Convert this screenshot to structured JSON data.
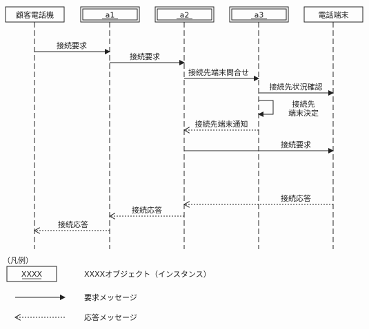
{
  "objects": [
    {
      "id": "customer_phone",
      "label": "顧客電話機",
      "kind": "instance"
    },
    {
      "id": "a1",
      "label": "a1",
      "kind": "object"
    },
    {
      "id": "a2",
      "label": "a2",
      "kind": "object"
    },
    {
      "id": "a3",
      "label": "a3",
      "kind": "object"
    },
    {
      "id": "phone_terminal",
      "label": "電話端末",
      "kind": "instance"
    }
  ],
  "messages": [
    {
      "from": "customer_phone",
      "to": "a1",
      "label": "接続要求",
      "type": "request"
    },
    {
      "from": "a1",
      "to": "a2",
      "label": "接続要求",
      "type": "request"
    },
    {
      "from": "a2",
      "to": "a3",
      "label": "接続先端末問合せ",
      "type": "request"
    },
    {
      "from": "a3",
      "to": "phone_terminal",
      "label": "接続先状況確認",
      "type": "request"
    },
    {
      "from": "a3",
      "to": "a3",
      "label_lines": [
        "接続先",
        "端末決定"
      ],
      "type": "self"
    },
    {
      "from": "a3",
      "to": "a2",
      "label": "接続先端末通知",
      "type": "response"
    },
    {
      "from": "a2",
      "to": "phone_terminal",
      "label": "接続要求",
      "type": "request"
    },
    {
      "from": "phone_terminal",
      "to": "a2",
      "label": "接続応答",
      "type": "response"
    },
    {
      "from": "a2",
      "to": "a1",
      "label": "接続応答",
      "type": "response"
    },
    {
      "from": "a1",
      "to": "customer_phone",
      "label": "接続応答",
      "type": "response"
    }
  ],
  "legend": {
    "title": "（凡例）",
    "box_label": "XXXX",
    "object_text": "XXXXオブジェクト（インスタンス）",
    "request_text": "要求メッセージ",
    "response_text": "応答メッセージ"
  }
}
